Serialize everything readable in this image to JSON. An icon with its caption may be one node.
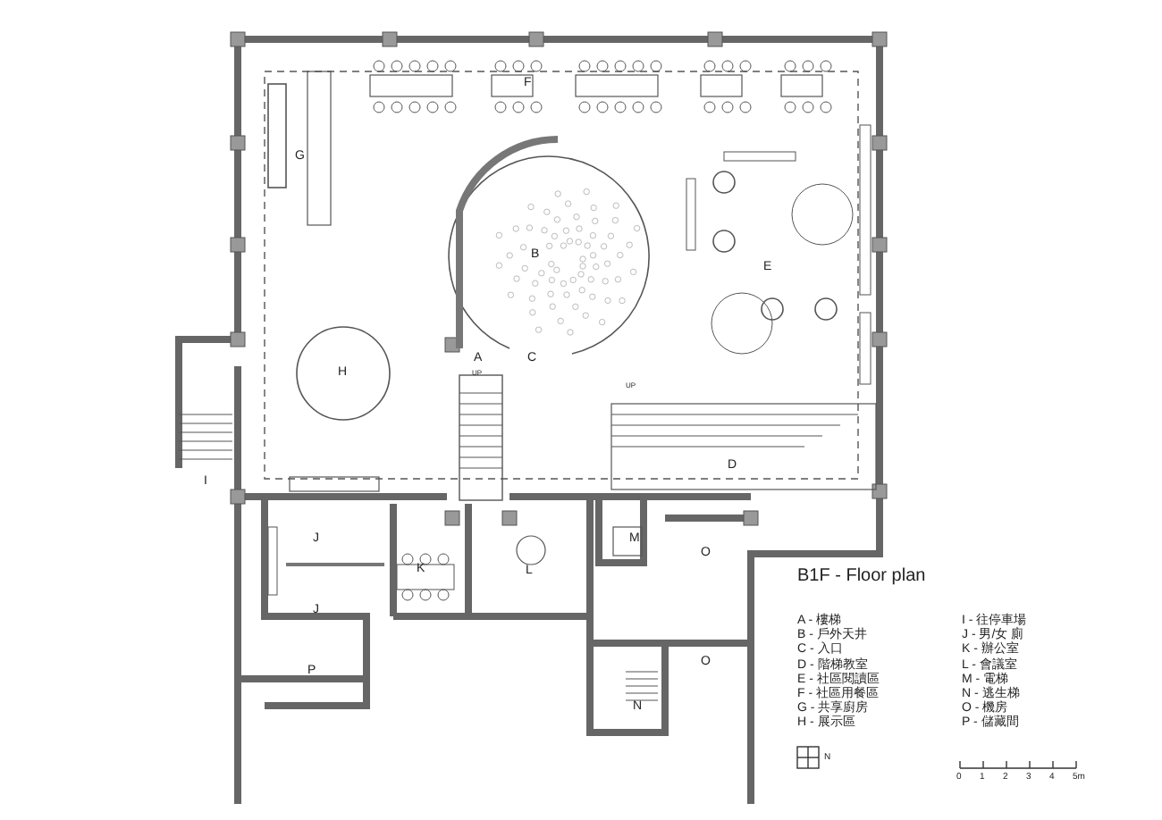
{
  "diagram": {
    "title": "B1F - Floor plan",
    "labels": [
      "F",
      "G",
      "B",
      "E",
      "A",
      "C",
      "H",
      "UP",
      "UP",
      "I",
      "D",
      "J",
      "M",
      "O",
      "K",
      "L",
      "J",
      "O",
      "P",
      "N",
      "A - 樓梯",
      "B - 戶外天井",
      "C - 入口",
      "D - 階梯教室",
      "E - 社區閱讀區",
      "F - 社區用餐區",
      "G - 共享廚房",
      "H - 展示區",
      "I - 往停車場",
      "J - 男/女 廁",
      "K - 辦公室",
      "L - 會議室",
      "M - 電梯",
      "N - 逃生梯",
      "O - 機房",
      "P - 儲藏間",
      "N",
      "0",
      "1",
      "2",
      "3",
      "4",
      "5m"
    ]
  }
}
